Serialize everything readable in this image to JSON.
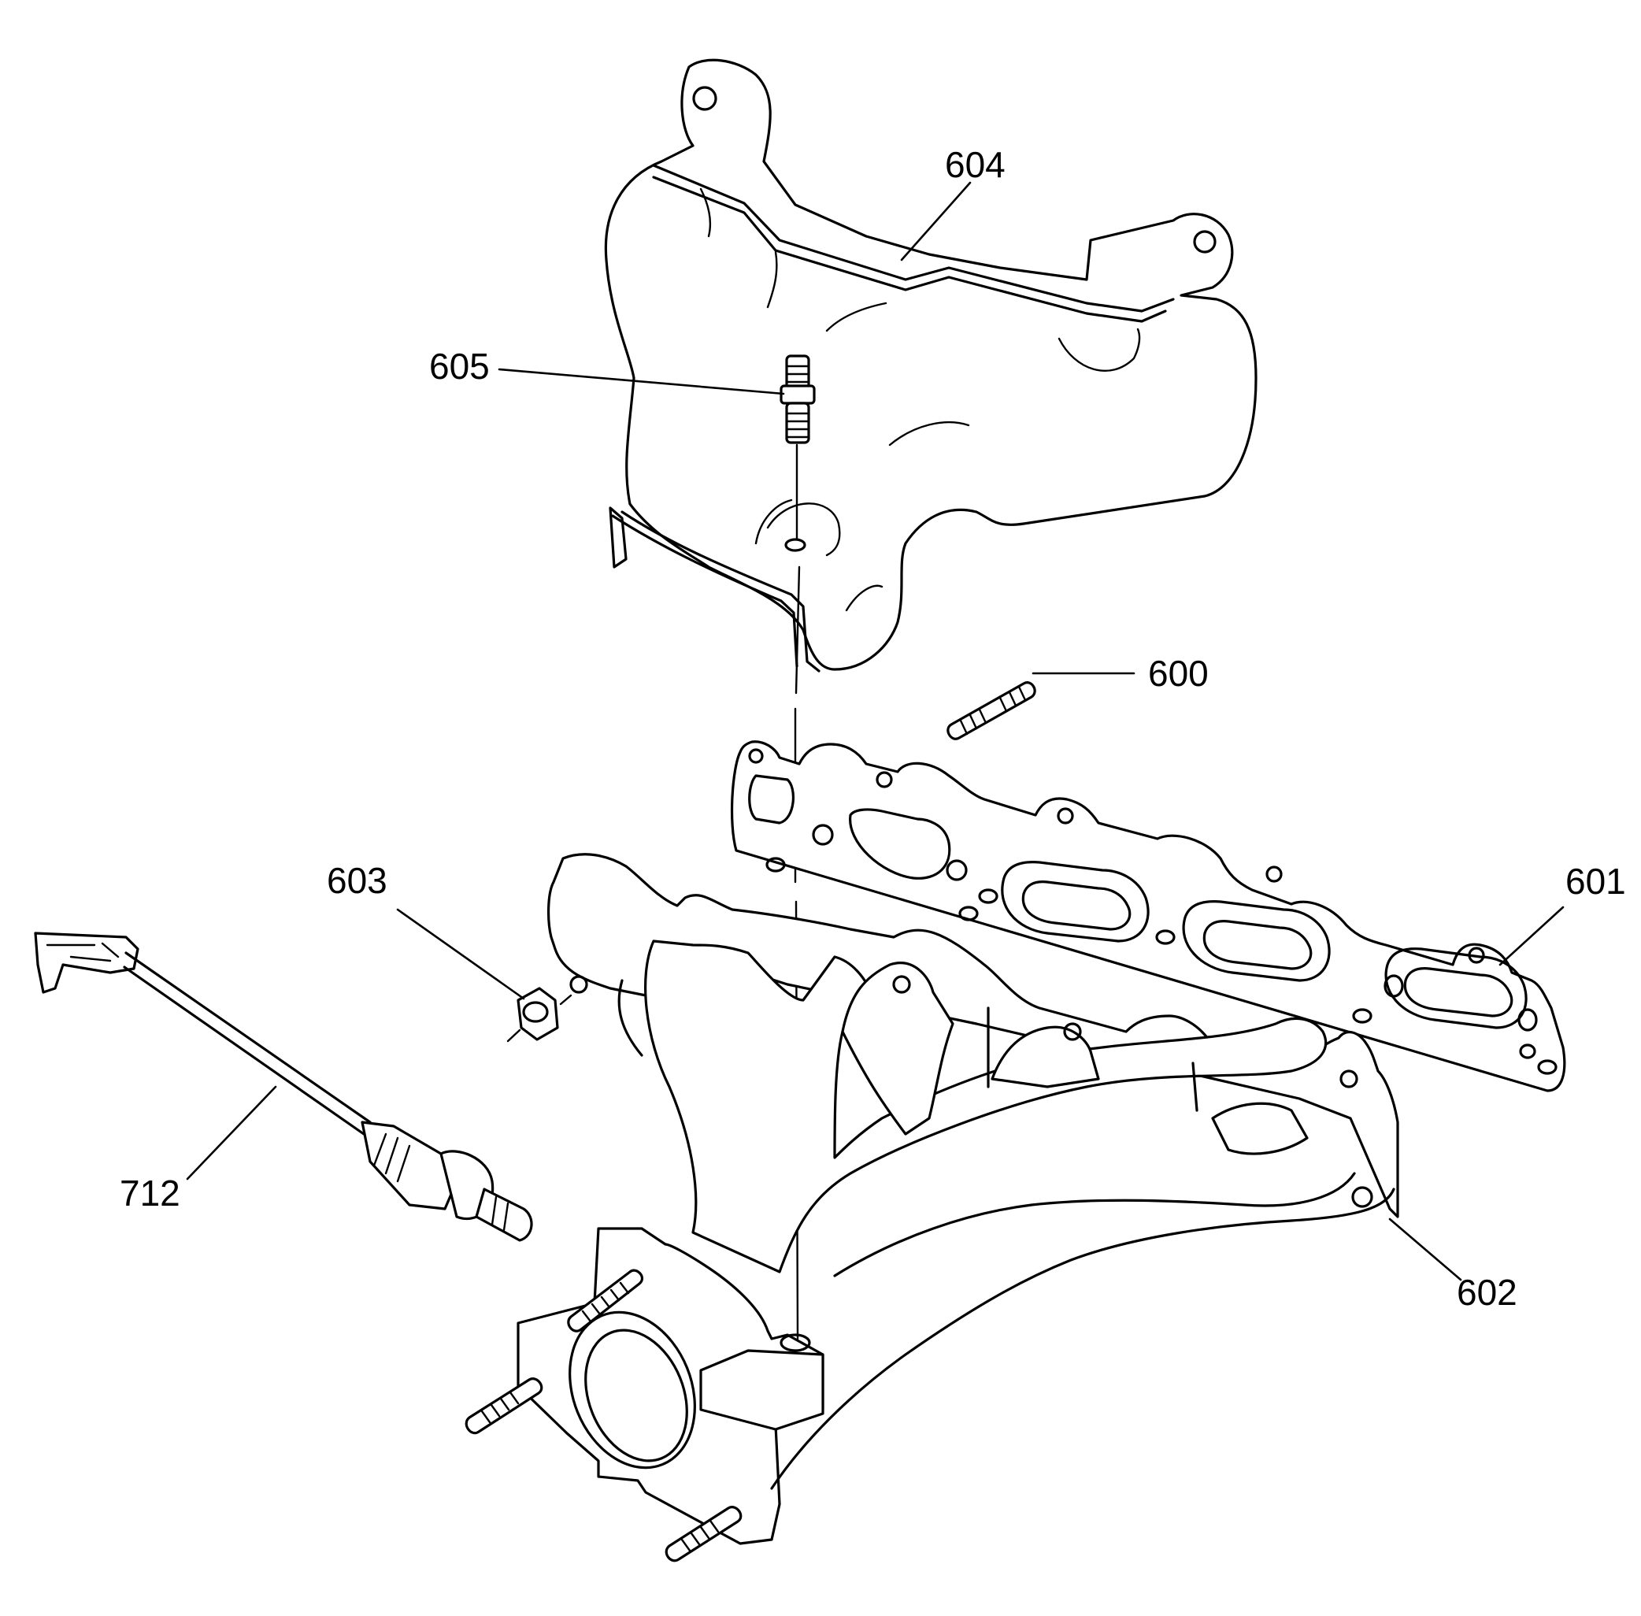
{
  "diagram": {
    "callouts": {
      "c604": "604",
      "c605": "605",
      "c600": "600",
      "c601": "601",
      "c603": "603",
      "c712": "712",
      "c602": "602"
    },
    "colors": {
      "line": "#000000",
      "background": "#ffffff"
    }
  }
}
